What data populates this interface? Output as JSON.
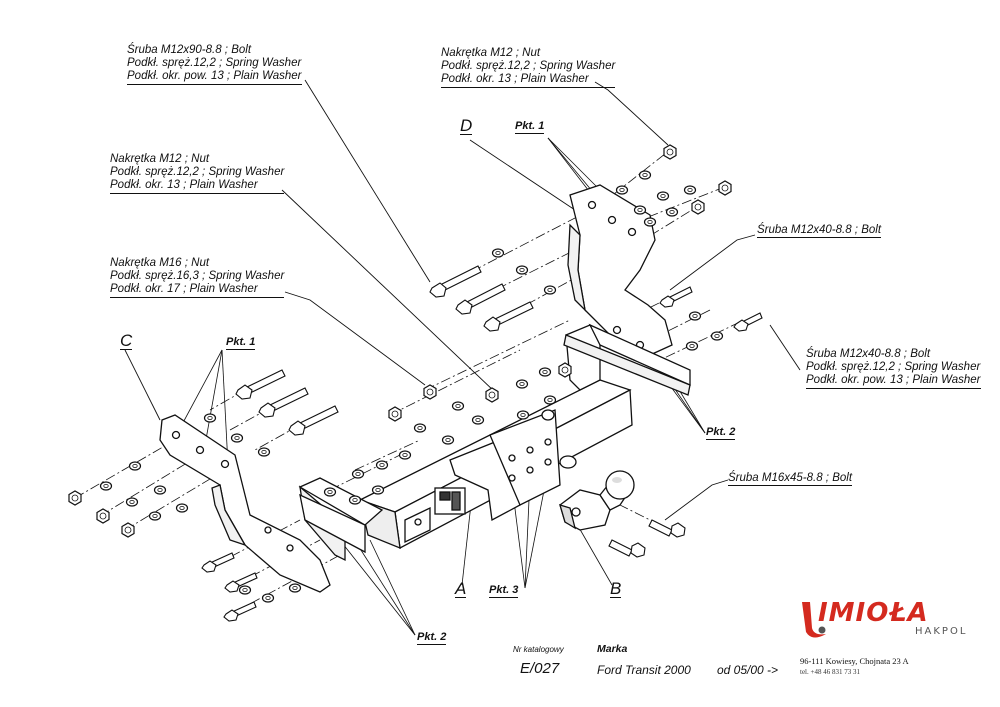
{
  "callouts": {
    "bolt_m12x90": {
      "line1": "Śruba M12x90-8.8 ;  Bolt",
      "line2": "Podkł. spręż.12,2 ; Spring Washer",
      "line3": "Podkł. okr. pow. 13 ; Plain Washer"
    },
    "nut_m12_top": {
      "line1": "Nakrętka  M12 ; Nut",
      "line2": "Podkł. spręż.12,2 ; Spring Washer",
      "line3": "Podkł. okr. 13 ; Plain Washer"
    },
    "nut_m12_left": {
      "line1": "Nakrętka  M12 ; Nut",
      "line2": "Podkł. spręż.12,2 ; Spring Washer",
      "line3": "Podkł. okr. 13 ; Plain Washer"
    },
    "nut_m16": {
      "line1": "Nakrętka  M16 ; Nut",
      "line2": "Podkł. spręż.16,3 ; Spring Washer",
      "line3": "Podkł. okr. 17 ; Plain Washer"
    },
    "bolt_m12x40_single": {
      "line1": "Śruba M12x40-8.8 ;  Bolt"
    },
    "bolt_m12x40_set": {
      "line1": "Śruba M12x40-8.8 ;  Bolt",
      "line2": "Podkł. spręż.12,2 ; Spring Washer",
      "line3": "Podkł. okr. pow. 13 ; Plain Washer"
    },
    "bolt_m16x45": {
      "line1": "Śruba M16x45-8.8 ;  Bolt"
    }
  },
  "part_letters": {
    "a": "A",
    "b": "B",
    "c": "C",
    "d": "D"
  },
  "points": {
    "pkt1_right": "Pkt. 1",
    "pkt1_left": "Pkt. 1",
    "pkt2_right": "Pkt. 2",
    "pkt2_bottom": "Pkt. 2",
    "pkt3": "Pkt. 3"
  },
  "footer": {
    "catalog_label": "Nr katalogowy",
    "catalog_value": "E/027",
    "brand_label": "Marka",
    "brand_value": "Ford Transit 2000",
    "date_value": "od  05/00 ->"
  },
  "company": {
    "logo": "IMIOŁA",
    "sub": "HAKPOL",
    "address": "96-111 Kowiesy, Chojnata 23 A",
    "phone": "tel. +48 46 831 73 31",
    "logo_red": "#d42a1f",
    "logo_gray": "#555555"
  }
}
